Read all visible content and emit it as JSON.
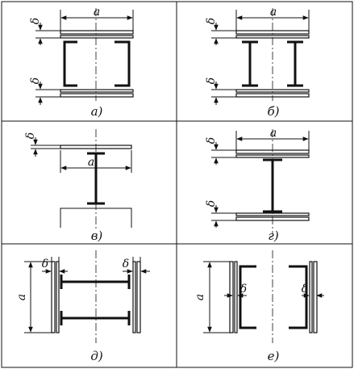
{
  "panels": [
    {
      "id": "a",
      "caption": "а)",
      "dimensions": [
        "a",
        "δ",
        "δ"
      ]
    },
    {
      "id": "b",
      "caption": "б)",
      "dimensions": [
        "a",
        "δ",
        "δ"
      ]
    },
    {
      "id": "v",
      "caption": "в)",
      "dimensions": [
        "δ",
        "a"
      ]
    },
    {
      "id": "g",
      "caption": "г)",
      "dimensions": [
        "a",
        "δ",
        "δ"
      ]
    },
    {
      "id": "d",
      "caption": "д)",
      "dimensions": [
        "a",
        "δ",
        "δ"
      ]
    },
    {
      "id": "e",
      "caption": "е)",
      "dimensions": [
        "a",
        "δ",
        "δ"
      ]
    }
  ]
}
